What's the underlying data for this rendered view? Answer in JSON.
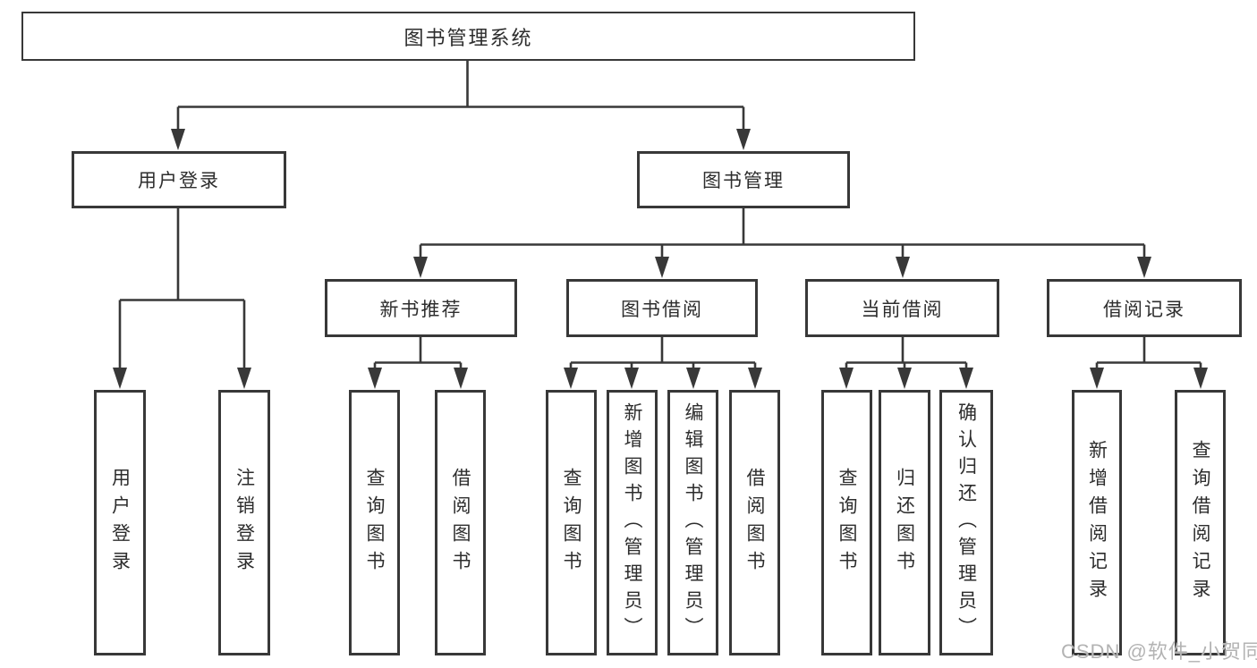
{
  "diagram": {
    "root": {
      "label": "图书管理系统"
    },
    "level2": [
      {
        "label": "用户登录"
      },
      {
        "label": "图书管理"
      }
    ],
    "level3": [
      {
        "label": "新书推荐"
      },
      {
        "label": "图书借阅"
      },
      {
        "label": "当前借阅"
      },
      {
        "label": "借阅记录"
      }
    ],
    "leaves": {
      "user_login": [
        {
          "label": "用户登录"
        },
        {
          "label": "注销登录"
        }
      ],
      "new_book": [
        {
          "label": "查询图书"
        },
        {
          "label": "借阅图书"
        }
      ],
      "book_borrow": [
        {
          "label": "查询图书"
        },
        {
          "label": "新增图书（管理员）"
        },
        {
          "label": "编辑图书（管理员）"
        },
        {
          "label": "借阅图书"
        }
      ],
      "current_borrow": [
        {
          "label": "查询图书"
        },
        {
          "label": "归还图书"
        },
        {
          "label": "确认归还（管理员）"
        }
      ],
      "borrow_record": [
        {
          "label": "新增借阅记录"
        },
        {
          "label": "查询借阅记录"
        }
      ]
    }
  },
  "watermark": {
    "text": "CSDN @软件_小贺同学"
  },
  "colors": {
    "line": "#383838",
    "text": "#2d2d2d",
    "watermark": "#b3b3b3",
    "background": "#ffffff"
  }
}
